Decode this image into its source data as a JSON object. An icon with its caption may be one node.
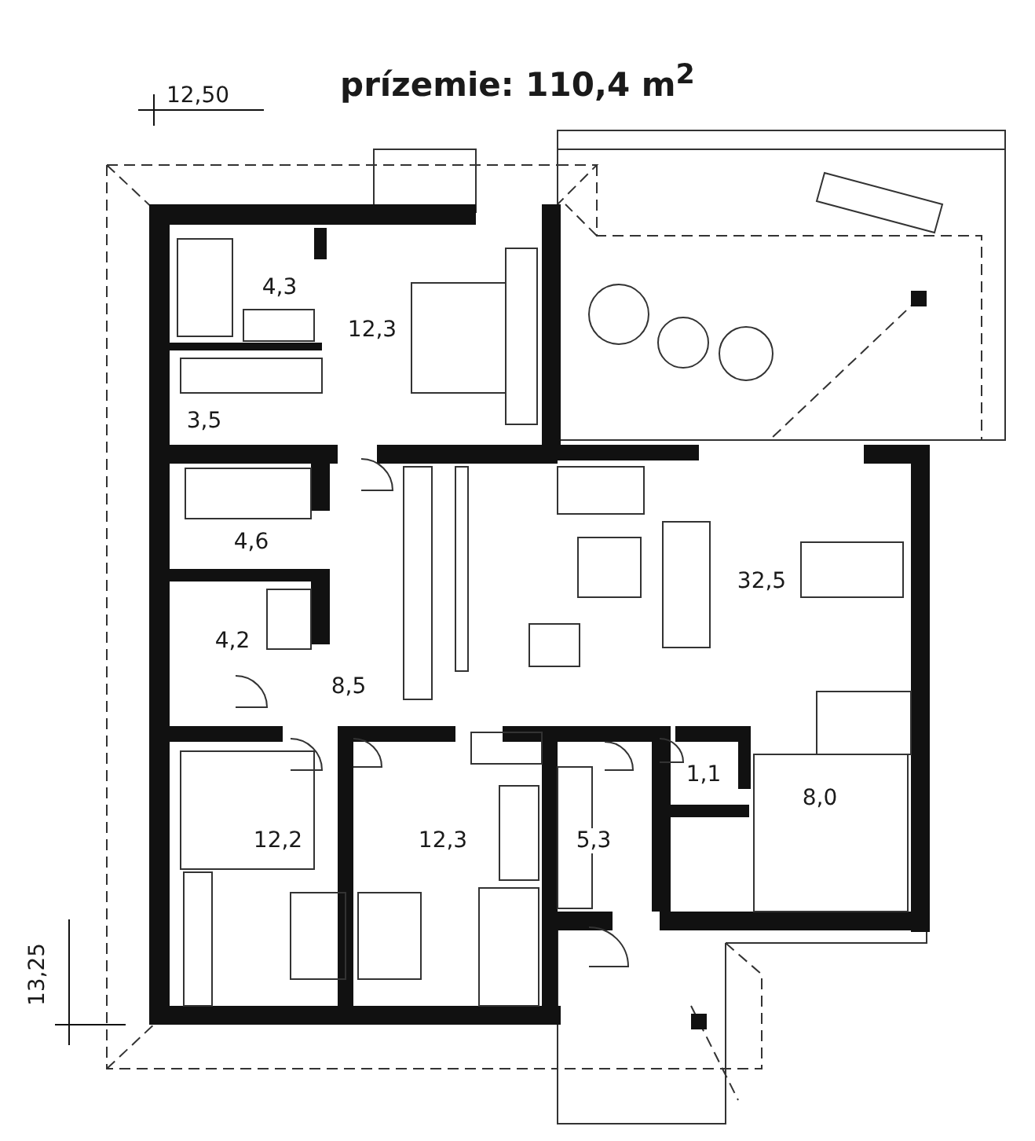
{
  "diagram": {
    "title": "prízemie: 110,4 m$^{2}$",
    "labels": [
      "12,50",
      "4,3",
      "12,3",
      "3,5",
      "4,6",
      "4,2",
      "8,5",
      "32,5",
      "12,2",
      "12,3",
      "5,3",
      "1,1",
      "8,0",
      "13,25"
    ]
  }
}
